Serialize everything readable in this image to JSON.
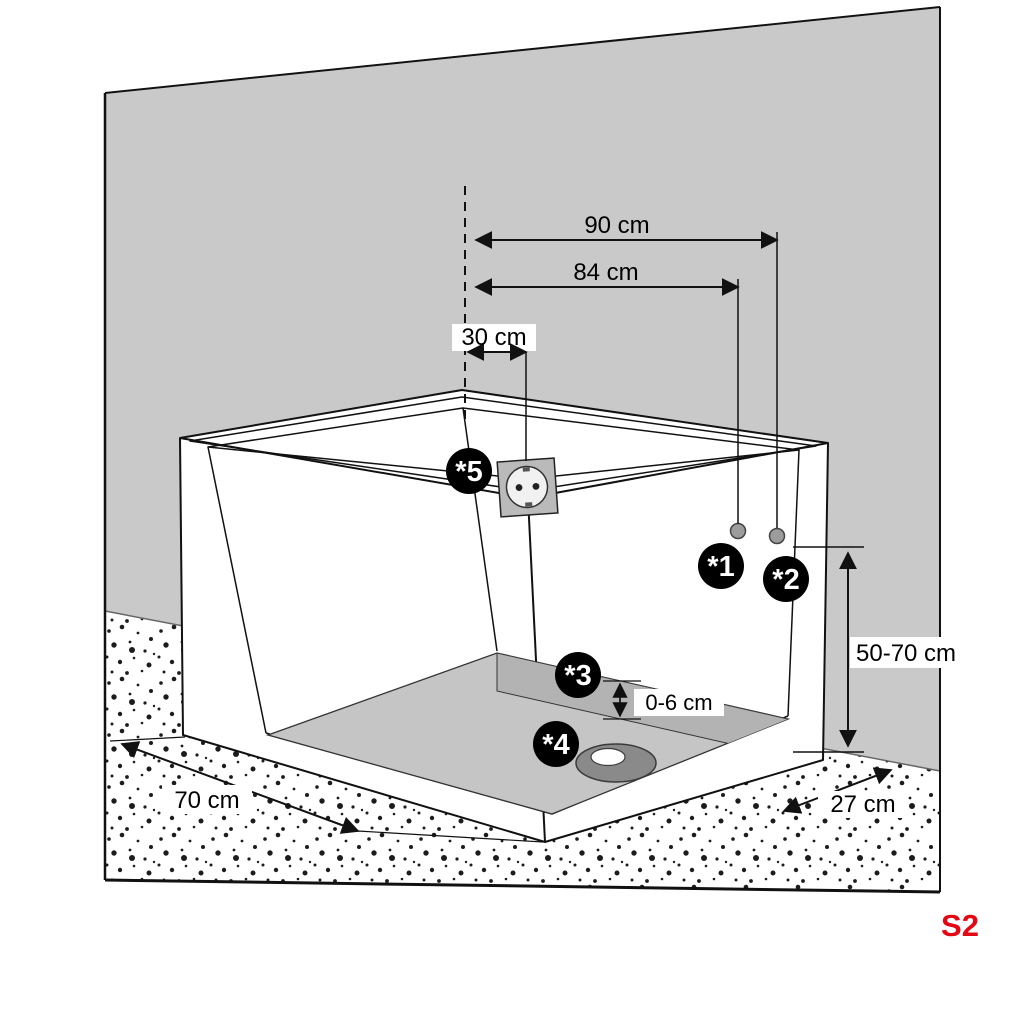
{
  "figure": {
    "sheet_code": "S2",
    "dimensions": {
      "d90": "90 cm",
      "d84": "84 cm",
      "d30": "30 cm",
      "d50_70": "50-70 cm",
      "d0_6": "0-6 cm",
      "d70": "70 cm",
      "d27": "27 cm"
    },
    "callouts": {
      "c1": "*1",
      "c2": "*2",
      "c3": "*3",
      "c4": "*4",
      "c5": "*5"
    },
    "icons": {
      "socket": "power-socket-icon",
      "drain": "drain-icon",
      "connection": "water-connection-point"
    },
    "colors": {
      "wall": "#c9c9c9",
      "tray": "#c5c5c5",
      "band": "#b3b3b3",
      "socket_plate": "#bababa",
      "socket_face": "#f1f1f1",
      "drain": "#8a8a8a",
      "connection_dot": "#9c9c9c",
      "line": "#111111",
      "callout_bg": "#000000",
      "accent": "#e30613"
    }
  }
}
